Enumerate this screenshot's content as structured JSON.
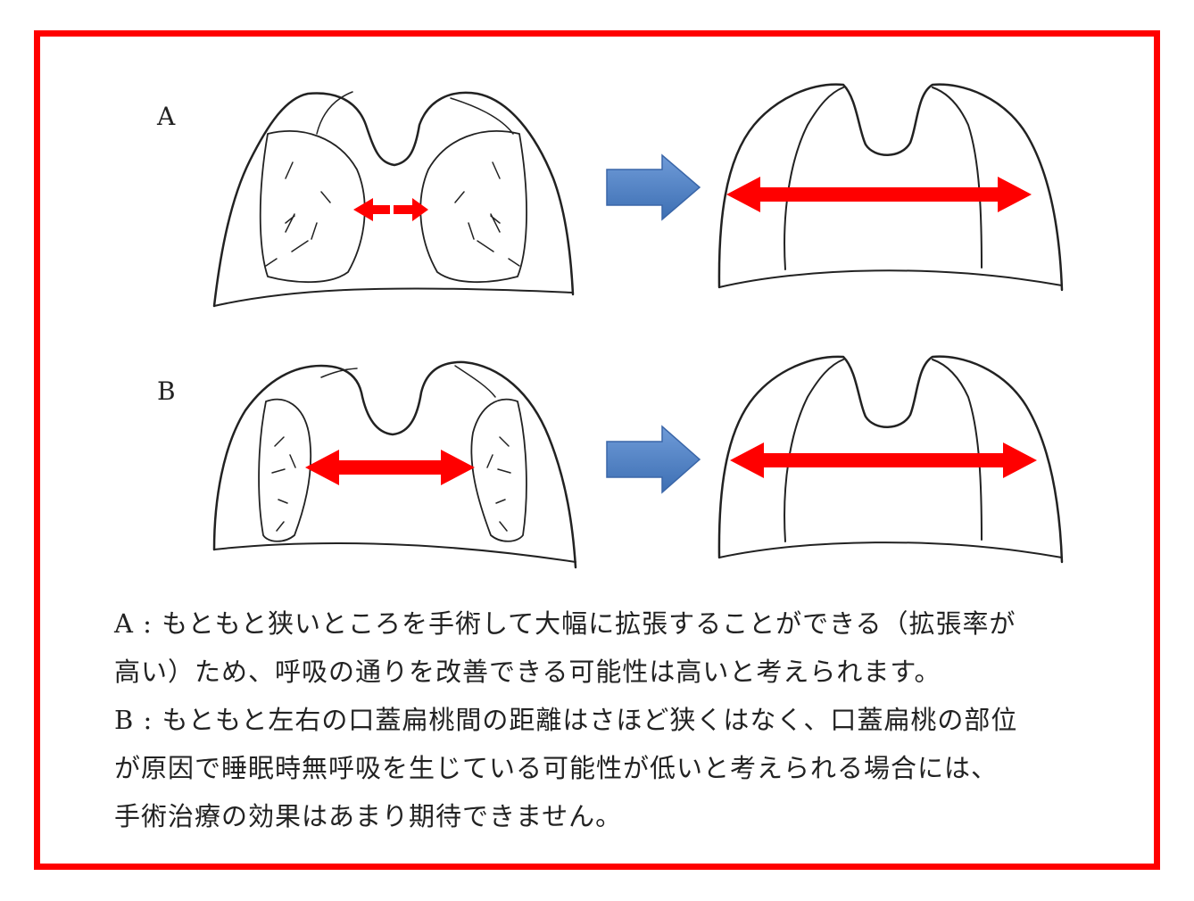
{
  "labels": {
    "a": "A",
    "b": "B"
  },
  "caption": {
    "lines": [
      "A : もともと狭いところを手術して大幅に拡張することができる（拡張率が",
      "高い）ため、呼吸の通りを改善できる可能性は高いと考えられます。",
      "B : もともと左右の口蓋扁桃間の距離はさほど狭くはなく、口蓋扁桃の部位",
      "が原因で睡眠時無呼吸を生じている可能性が低いと考えられる場合には、",
      "手術治療の効果はあまり期待できません。"
    ]
  },
  "colors": {
    "frame": "#ff0000",
    "arrow_red": "#ff0000",
    "arrow_blue": "#4f81bd",
    "ink": "#222222"
  }
}
